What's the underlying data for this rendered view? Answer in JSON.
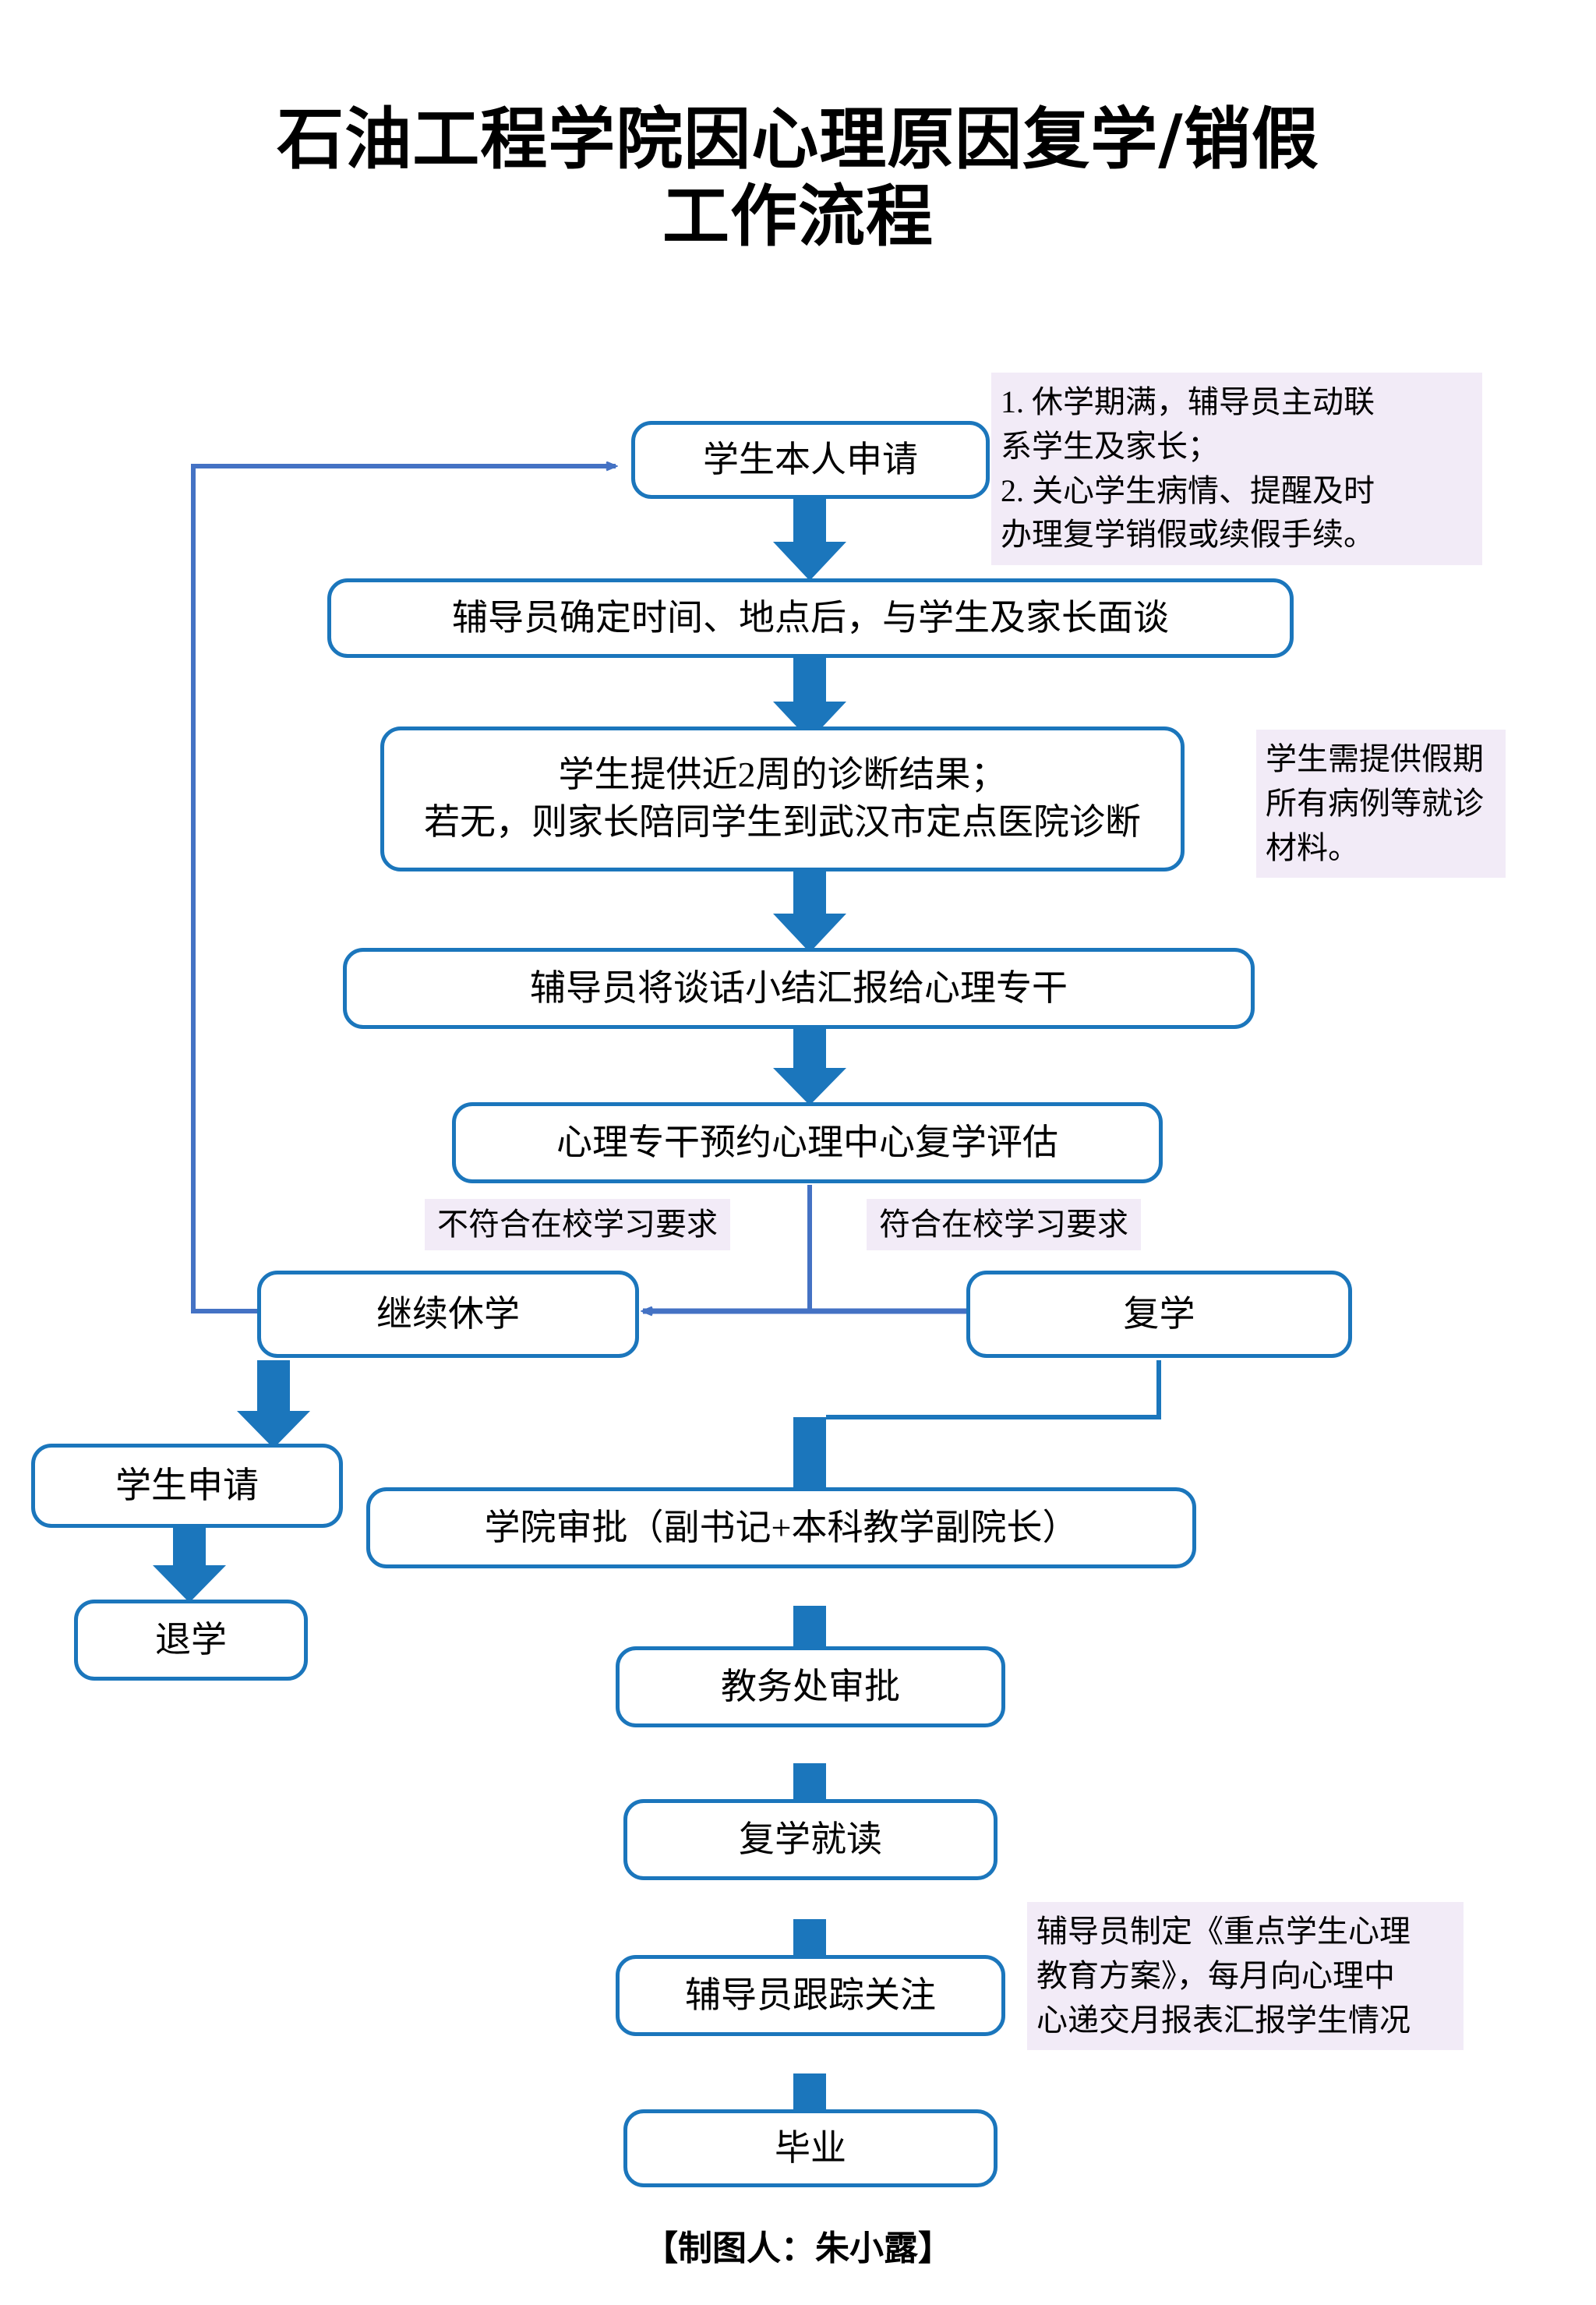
{
  "title": {
    "line1": "石油工程学院因心理原因复学/销假",
    "line2": "工作流程"
  },
  "footer": "【制图人：朱小露】",
  "colors": {
    "box_border": "#1B76BC",
    "thick_arrow": "#1B76BC",
    "thin_arrow": "#4472C4",
    "note_bg": "#F2EBF7",
    "text": "#000000",
    "page_bg": "#FFFFFF"
  },
  "flow": {
    "nodes": [
      {
        "id": "n1",
        "label": "学生本人申请"
      },
      {
        "id": "n2",
        "label": "辅导员确定时间、地点后，与学生及家长面谈"
      },
      {
        "id": "n3",
        "label": "学生提供近2周的诊断结果；\n若无，则家长陪同学生到武汉市定点医院诊断"
      },
      {
        "id": "n4",
        "label": "辅导员将谈话小结汇报给心理专干"
      },
      {
        "id": "n5",
        "label": "心理专干预约心理中心复学评估"
      },
      {
        "id": "n6",
        "label": "继续休学"
      },
      {
        "id": "n7",
        "label": "复学"
      },
      {
        "id": "n8",
        "label": "学生申请"
      },
      {
        "id": "n9",
        "label": "退学"
      },
      {
        "id": "n10",
        "label": "学院审批（副书记+本科教学副院长）"
      },
      {
        "id": "n11",
        "label": "教务处审批"
      },
      {
        "id": "n12",
        "label": "复学就读"
      },
      {
        "id": "n13",
        "label": "辅导员跟踪关注"
      },
      {
        "id": "n14",
        "label": "毕业"
      }
    ],
    "branch_labels": {
      "left": "不符合在校学习要求",
      "right": "符合在校学习要求"
    }
  },
  "notes": [
    {
      "id": "note1",
      "text": "1. 休学期满，辅导员主动联\n系学生及家长；\n2. 关心学生病情、提醒及时\n办理复学销假或续假手续。"
    },
    {
      "id": "note2",
      "text": "学生需提供假期\n所有病例等就诊\n材料。"
    },
    {
      "id": "note3",
      "text": "辅导员制定《重点学生心理\n教育方案》，每月向心理中\n心递交月报表汇报学生情况"
    }
  ]
}
